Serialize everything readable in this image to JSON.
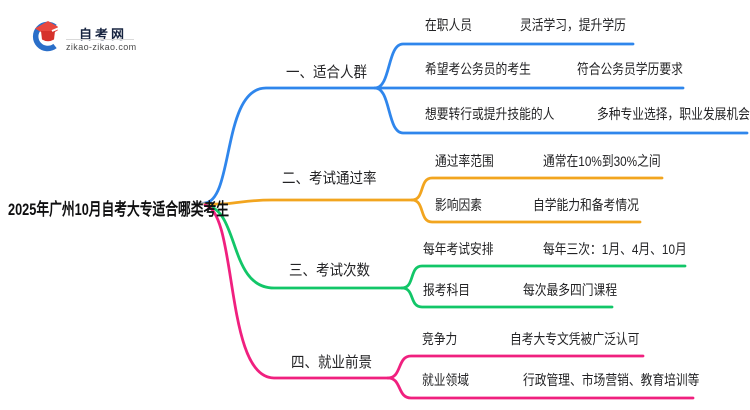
{
  "logo": {
    "title": "自考网",
    "domain": "zikao-zikao.com"
  },
  "central": {
    "title": "2025年广州10月自考大专适合哪类考生"
  },
  "colors": {
    "branch1_blue": "#2f86ec",
    "branch2_orange": "#f2a51f",
    "branch3_green": "#12c668",
    "bran4_pink": "#f0207f",
    "hub_stub_gray": "#b0b4ba",
    "logo_red": "#e8473f",
    "logo_blue": "#2a6fc9"
  },
  "branches": [
    {
      "label": "一、适合人群",
      "color": "#2f86ec",
      "children": [
        {
          "label": "在职人员",
          "value": "灵活学习，提升学历"
        },
        {
          "label": "希望考公务员的考生",
          "value": "符合公务员学历要求"
        },
        {
          "label": "想要转行或提升技能的人",
          "value": "多种专业选择，职业发展机会"
        }
      ]
    },
    {
      "label": "二、考试通过率",
      "color": "#f2a51f",
      "children": [
        {
          "label": "通过率范围",
          "value": "通常在10%到30%之间"
        },
        {
          "label": "影响因素",
          "value": "自学能力和备考情况"
        }
      ]
    },
    {
      "label": "三、考试次数",
      "color": "#12c668",
      "children": [
        {
          "label": "每年考试安排",
          "value": "每年三次：1月、4月、10月"
        },
        {
          "label": "报考科目",
          "value": "每次最多四门课程"
        }
      ]
    },
    {
      "label": "四、就业前景",
      "color": "#f0207f",
      "children": [
        {
          "label": "竞争力",
          "value": "自考大专文凭被广泛认可"
        },
        {
          "label": "就业领域",
          "value": "行政管理、市场营销、教育培训等"
        }
      ]
    }
  ]
}
